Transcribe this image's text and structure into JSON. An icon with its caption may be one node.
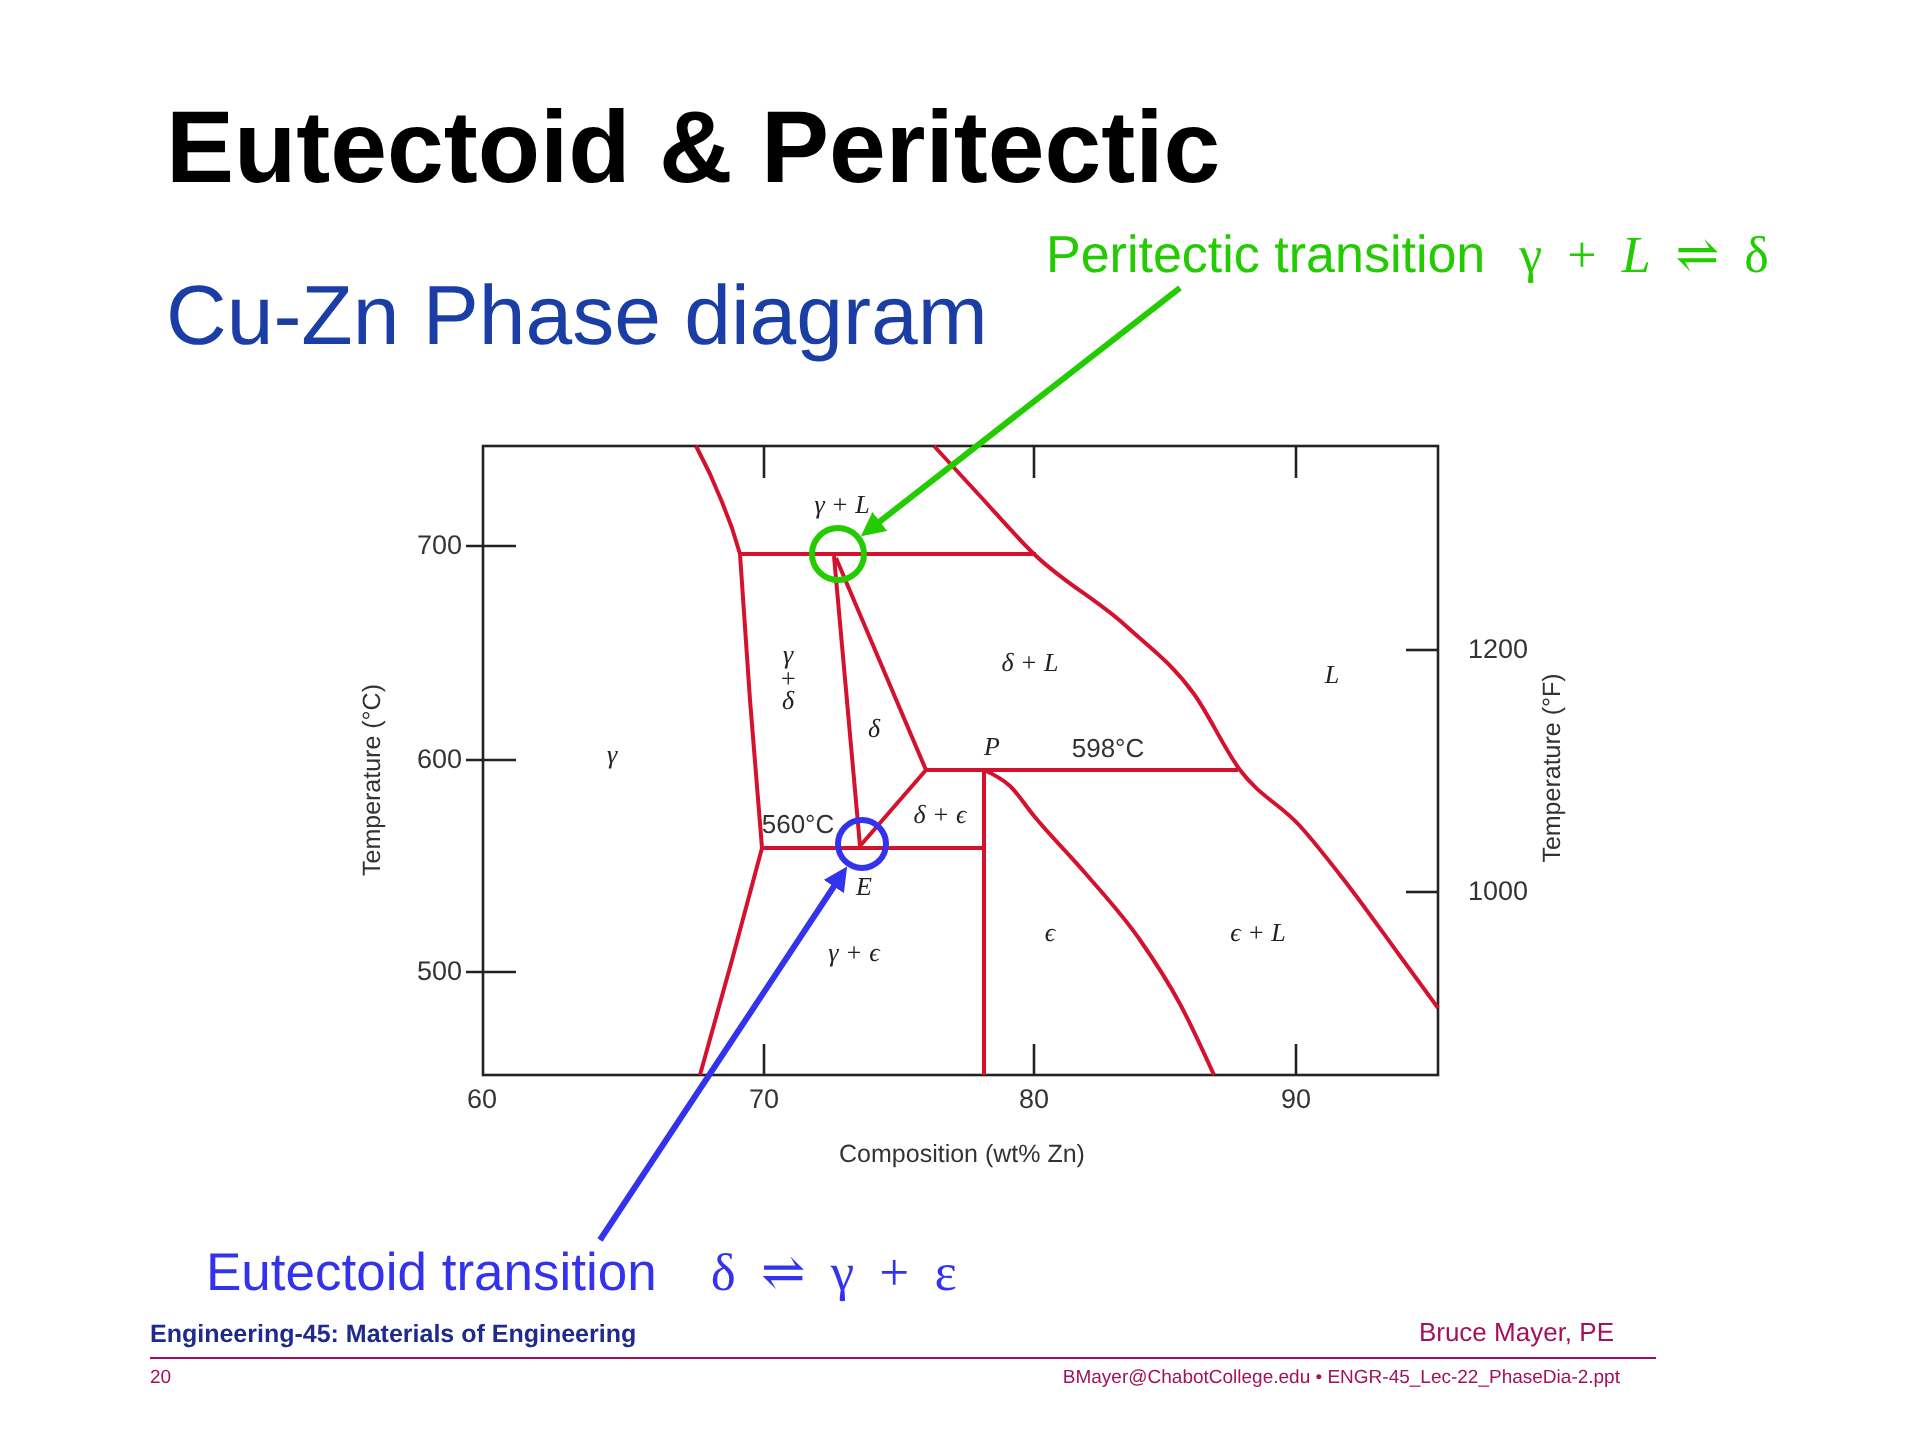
{
  "diagram": {
    "title": "Eutectoid & Peritectic",
    "nodes": [
      {
        "text": [
          "Peritectic transition",
          "γ + *L* ⇌ δ"
        ]
      },
      {
        "text": [],
        "shape": "circle"
      },
      {
        "text": [],
        "shape": "circle"
      },
      {
        "text": [
          "Eutectoid transition",
          "δ ⇌ γ + ε"
        ]
      }
    ],
    "edges": [
      {
        "from": 0,
        "to": 1,
        "arrow": "to",
        "color": "#22cc00"
      },
      {
        "from": 3,
        "to": 2,
        "arrow": "to",
        "color": "#3333ee"
      }
    ],
    "labels": [
      "Cu-Zn Phase diagram",
      "γ + L",
      "700",
      "γ + δ",
      "δ + L",
      "L",
      "1200",
      "Temperature (°C)",
      "600",
      "γ",
      "δ",
      "P",
      "598°C",
      "Temperature (°F)",
      "560°C",
      "δ + ϵ",
      "E",
      "1000",
      "500",
      "γ + ϵ",
      "ϵ",
      "ϵ + L",
      "60",
      "70",
      "80",
      "90",
      "Composition (wt% Zn)",
      "Engineering-45: Materials of Engineering",
      "Bruce Mayer, PE",
      "20",
      "BMayer@ChabotCollege.edu • ENGR-45_Lec-22_PhaseDia-2.ppt"
    ]
  }
}
